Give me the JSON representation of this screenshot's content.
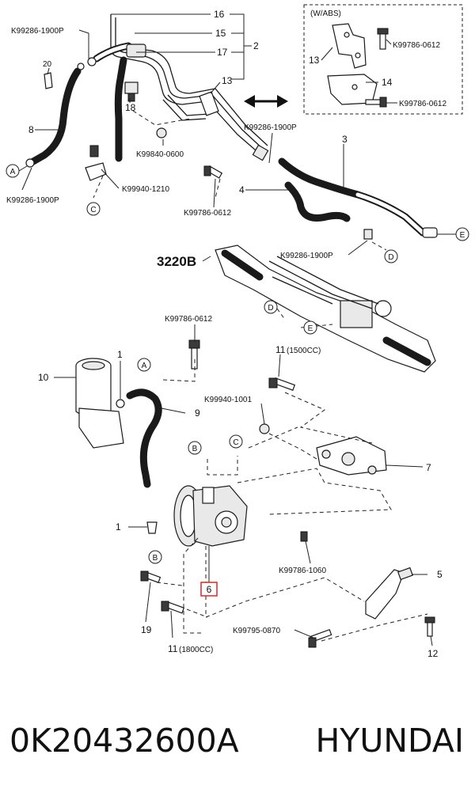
{
  "inset": {
    "title": "(W/ABS)"
  },
  "labels": {
    "n16": "16",
    "n15": "15",
    "n17": "17",
    "n2": "2",
    "n13a": "13",
    "n18": "18",
    "n20": "20",
    "n8": "8",
    "n3": "3",
    "n4": "4",
    "n13b": "13",
    "n14": "14",
    "n10": "10",
    "n1a": "1",
    "n9": "9",
    "n11a": "11",
    "n11a_note": "(1500CC)",
    "n7": "7",
    "n1b": "1",
    "n6": "6",
    "n5": "5",
    "n19": "19",
    "n11b": "11",
    "n11b_note": "(1800CC)",
    "n12": "12",
    "ref3220": "3220B"
  },
  "codes": {
    "c_topleft": "K99286-1900P",
    "c_inset1": "K99786-0612",
    "c_inset2": "K99786-0612",
    "c_mid1": "K99286-1900P",
    "c_0600": "K99840-0600",
    "c_1210": "K99940-1210",
    "c_left": "K99286-1900P",
    "c_0612a": "K99786-0612",
    "c_rack": "K99286-1900P",
    "c_0612b": "K99786-0612",
    "c_1001": "K99940-1001",
    "c_1060": "K99786-1060",
    "c_0870": "K99795-0870"
  },
  "circles": {
    "A1": "A",
    "A2": "A",
    "B1": "B",
    "B2": "B",
    "C1": "C",
    "C2": "C",
    "D1": "D",
    "D2": "D",
    "E1": "E",
    "E2": "E"
  },
  "highlight_color": "#d42a2a",
  "footer": {
    "part_number": "0K20432600A",
    "brand": "HYUNDAI"
  }
}
